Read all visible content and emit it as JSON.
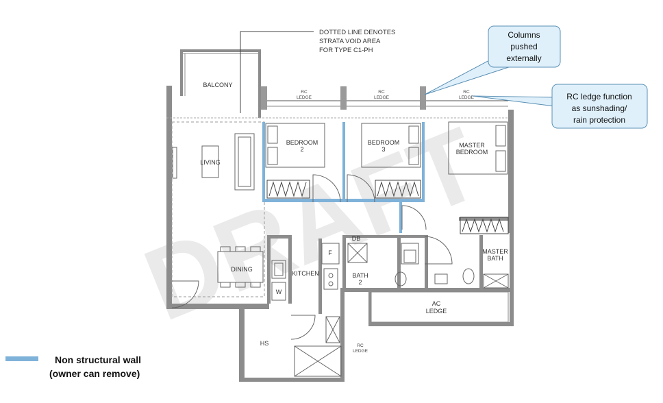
{
  "watermark": "DRAFT",
  "note": {
    "line1": "DOTTED LINE DENOTES",
    "line2": "STRATA VOID AREA",
    "line3": "FOR TYPE C1-PH"
  },
  "callouts": {
    "columns": {
      "line1": "Columns",
      "line2": "pushed",
      "line3": "externally"
    },
    "ledge": {
      "line1": "RC ledge function",
      "line2": "as sunshading/",
      "line3": "rain protection"
    }
  },
  "rooms": {
    "balcony": "BALCONY",
    "living": "LIVING",
    "dining": "DINING",
    "kitchen": "KITCHEN",
    "bedroom2": {
      "line1": "BEDROOM",
      "line2": "2"
    },
    "bedroom3": {
      "line1": "BEDROOM",
      "line2": "3"
    },
    "master_bedroom": {
      "line1": "MASTER",
      "line2": "BEDROOM"
    },
    "master_bath": {
      "line1": "MASTER",
      "line2": "BATH"
    },
    "bath2": {
      "line1": "BATH",
      "line2": "2"
    },
    "hs": "HS",
    "db": "DB",
    "fridge": "F",
    "washer": "W",
    "ac_ledge": {
      "line1": "AC",
      "line2": "LEDGE"
    },
    "rc_ledge": {
      "line1": "RC",
      "line2": "LEDGE"
    }
  },
  "legend": {
    "label_line1": "Non structural wall",
    "label_line2": "(owner can remove)",
    "color": "#7fb2d9"
  },
  "colors": {
    "wall": "#8c8c8c",
    "non_structural_wall": "#7fb2d9",
    "callout_fill": "#dff0fb",
    "callout_border": "#5a8fb3",
    "column": "#9a9a9a"
  }
}
